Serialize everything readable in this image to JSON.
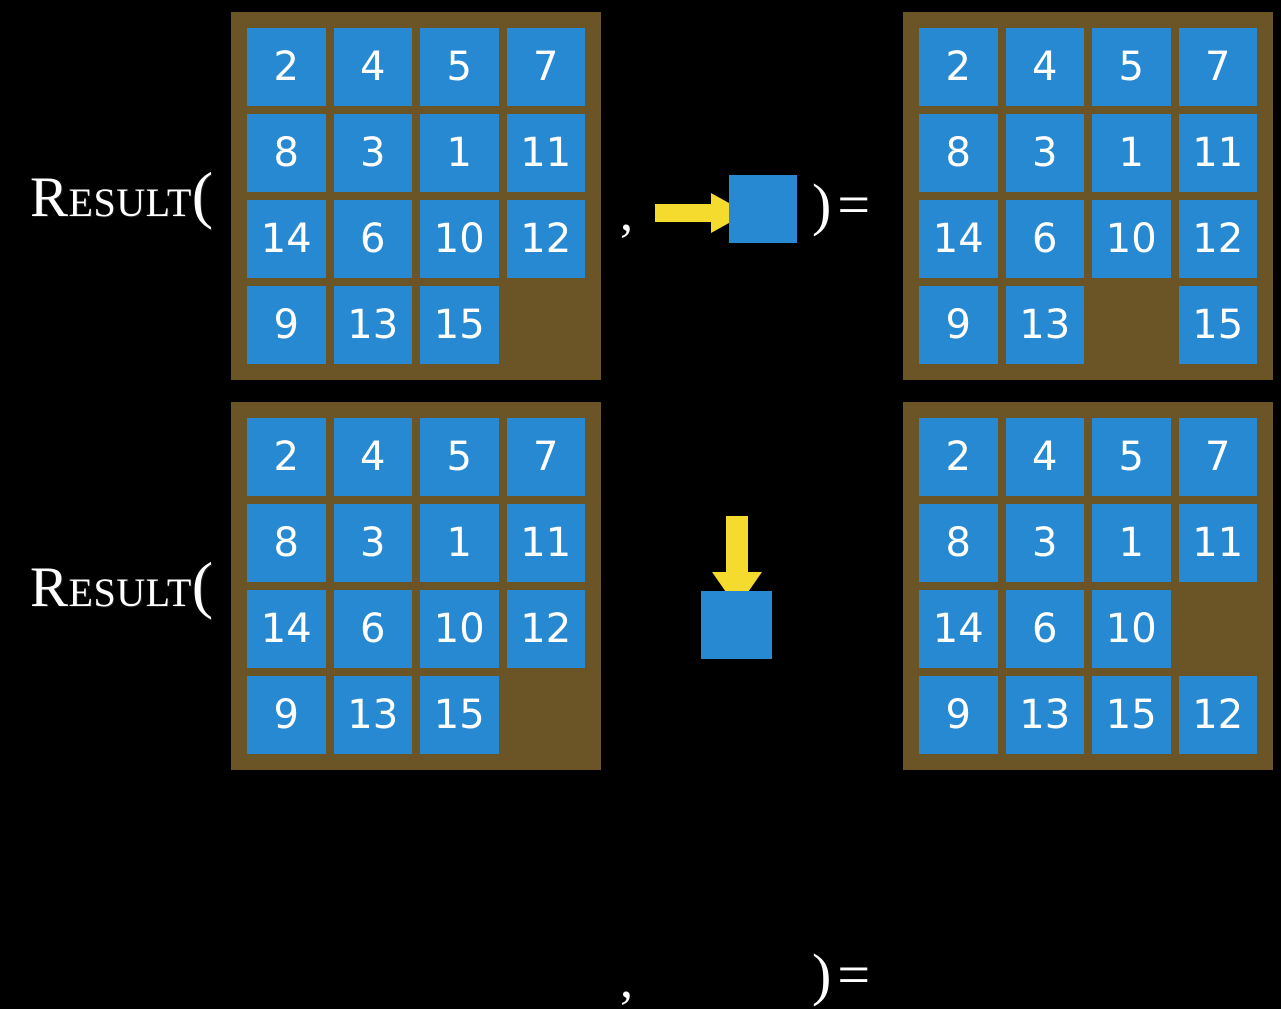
{
  "page": {
    "background_color": "#000000",
    "title": "Result of sliding a tile in a 15-puzzle"
  },
  "colors": {
    "tile": "#2789d2",
    "board_frame": "#6b5527",
    "arrow": "#f5db2e",
    "text": "#ffffff",
    "background": "#000000"
  },
  "equations": [
    {
      "id": "equation-1",
      "function_label": "Result",
      "open_paren": "(",
      "separator": ",",
      "close_paren": ")",
      "equals": "=",
      "input_board": {
        "name": "input-board-1",
        "rows": 4,
        "cols": 4,
        "cells": [
          [
            "2",
            "4",
            "5",
            "7"
          ],
          [
            "8",
            "3",
            "1",
            "11"
          ],
          [
            "14",
            "6",
            "10",
            "12"
          ],
          [
            "9",
            "13",
            "15",
            ""
          ]
        ]
      },
      "action": {
        "name": "slide-right-action",
        "direction": "right",
        "arrow_icon": "arrow-right-icon",
        "tile_icon": "blue-tile-icon"
      },
      "output_board": {
        "name": "output-board-1",
        "rows": 4,
        "cols": 4,
        "cells": [
          [
            "2",
            "4",
            "5",
            "7"
          ],
          [
            "8",
            "3",
            "1",
            "11"
          ],
          [
            "14",
            "6",
            "10",
            "12"
          ],
          [
            "9",
            "13",
            "",
            "15"
          ]
        ]
      }
    },
    {
      "id": "equation-2",
      "function_label": "Result",
      "open_paren": "(",
      "separator": ",",
      "close_paren": ")",
      "equals": "=",
      "input_board": {
        "name": "input-board-2",
        "rows": 4,
        "cols": 4,
        "cells": [
          [
            "2",
            "4",
            "5",
            "7"
          ],
          [
            "8",
            "3",
            "1",
            "11"
          ],
          [
            "14",
            "6",
            "10",
            "12"
          ],
          [
            "9",
            "13",
            "15",
            ""
          ]
        ]
      },
      "action": {
        "name": "slide-down-action",
        "direction": "down",
        "arrow_icon": "arrow-down-icon",
        "tile_icon": "blue-tile-icon"
      },
      "output_board": {
        "name": "output-board-2",
        "rows": 4,
        "cols": 4,
        "cells": [
          [
            "2",
            "4",
            "5",
            "7"
          ],
          [
            "8",
            "3",
            "1",
            "11"
          ],
          [
            "14",
            "6",
            "10",
            ""
          ],
          [
            "9",
            "13",
            "15",
            "12"
          ]
        ]
      }
    }
  ]
}
